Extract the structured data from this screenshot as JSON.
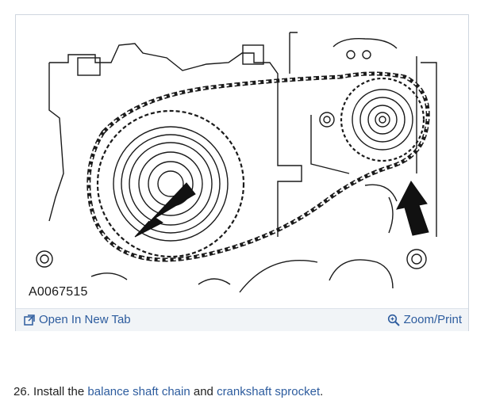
{
  "figure": {
    "id_label": "A0067515"
  },
  "toolbar": {
    "open_tab_label": "Open In New Tab",
    "zoom_label": "Zoom/Print",
    "open_tab_icon": "open-new-tab-icon",
    "zoom_icon": "magnifier-zoom-icon"
  },
  "step": {
    "number": "26.",
    "text_before": "Install the",
    "link1": "balance shaft chain",
    "text_middle": "and",
    "link2": "crankshaft sprocket",
    "text_after": "."
  },
  "colors": {
    "link": "#2d5c9e",
    "toolbar_bg": "#f1f4f7",
    "frame_border": "#cfd6df"
  }
}
